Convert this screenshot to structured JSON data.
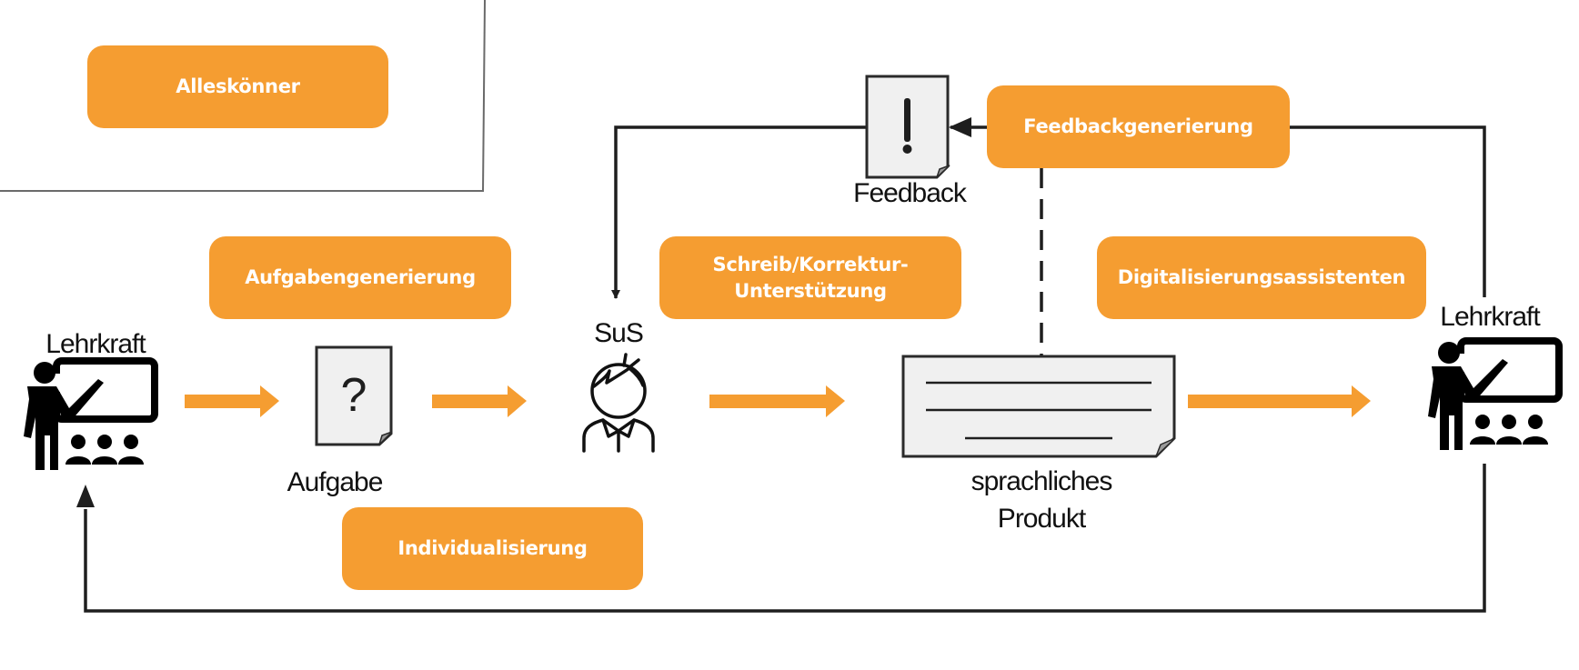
{
  "diagram": {
    "legend_box": {
      "label": "Alleskönner"
    },
    "tool_boxes": {
      "task_generation": "Aufgabengenerierung",
      "writing_support_line1": "Schreib/Korrektur-",
      "writing_support_line2": "Unterstützung",
      "digitization": "Digitalisierungsassistenten",
      "feedback_generation": "Feedbackgenerierung",
      "individualization": "Individualisierung"
    },
    "nodes": {
      "teacher_start": "Lehrkraft",
      "task": "Aufgabe",
      "student": "SuS",
      "product_line1": "sprachliches",
      "product_line2": "Produkt",
      "teacher_end": "Lehrkraft",
      "feedback": "Feedback"
    },
    "icons": {
      "teacher": "teacher-at-board-icon",
      "task_document": "question-document-icon",
      "student": "student-icon",
      "product_document": "text-document-icon",
      "feedback_document": "exclamation-document-icon"
    },
    "colors": {
      "accent": "#f59d31",
      "line": "#1e1e1e",
      "doc_fill": "#f0f0f0"
    }
  }
}
